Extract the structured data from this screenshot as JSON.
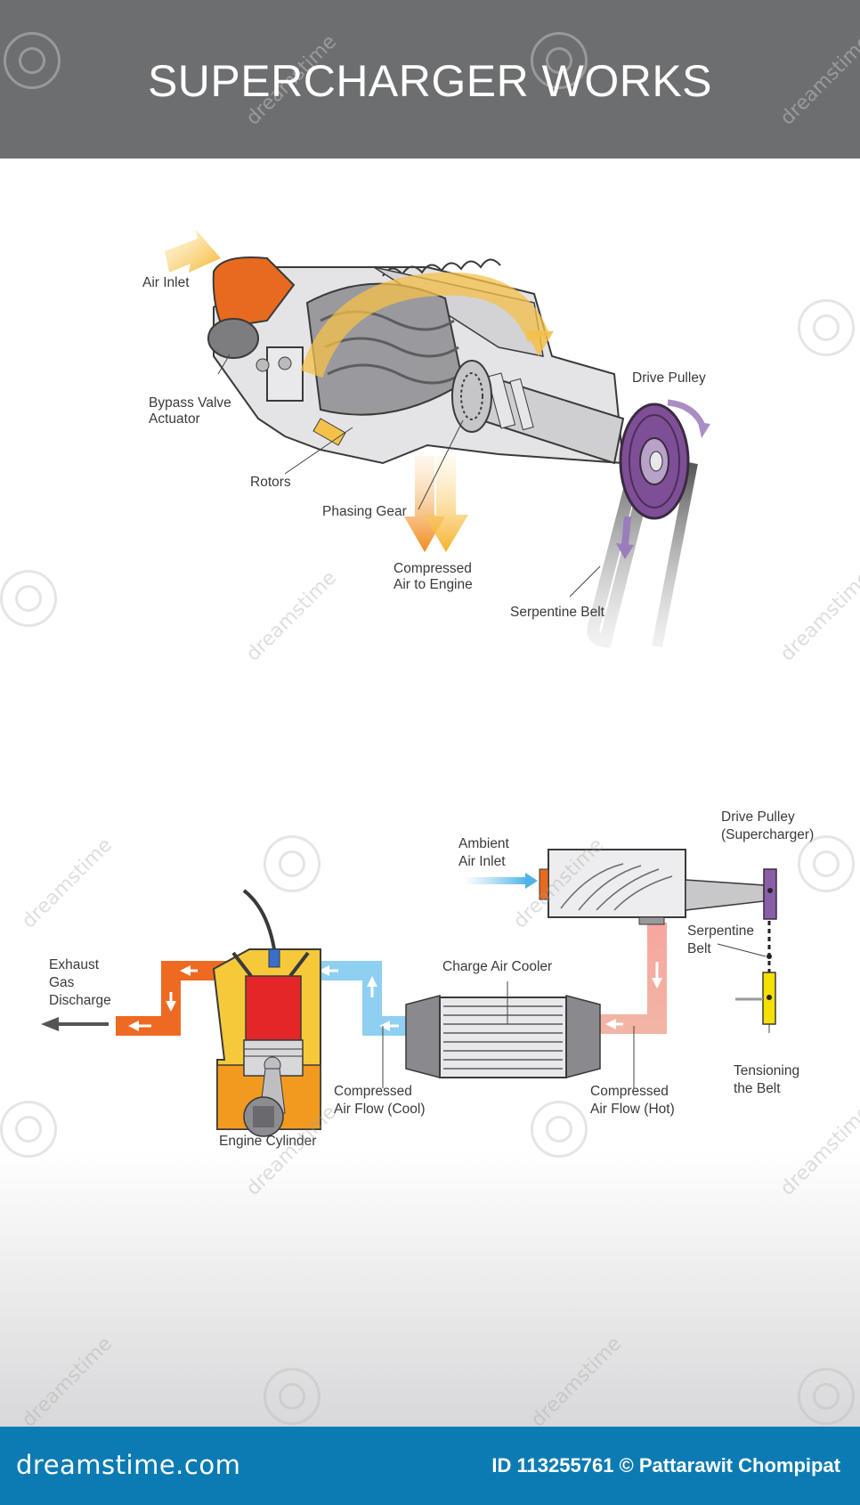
{
  "header": {
    "title": "SUPERCHARGER WORKS"
  },
  "colors": {
    "header_bg": "#6d6e70",
    "footer_bg": "#0c7bb3",
    "intake_orange": "#e86a1e",
    "air_yellow": "#f5c04a",
    "pulley_purple": "#8a5fa8",
    "cool_air_blue": "#7cc6ee",
    "exhaust_orange": "#ee6a22",
    "cylinder_red": "#e52629",
    "tensioner_yellow": "#f5e000"
  },
  "top_diagram": {
    "labels": {
      "air_inlet": "Air Inlet",
      "bypass_valve_1": "Bypass Valve",
      "bypass_valve_2": "Actuator",
      "rotors": "Rotors",
      "phasing_gear": "Phasing Gear",
      "compressed_1": "Compressed",
      "compressed_2": "Air to Engine",
      "drive_pulley": "Drive Pulley",
      "serpentine_belt": "Serpentine Belt"
    }
  },
  "bottom_diagram": {
    "labels": {
      "ambient_1": "Ambient",
      "ambient_2": "Air Inlet",
      "drive_pulley_1": "Drive Pulley",
      "drive_pulley_2": "(Supercharger)",
      "serpentine_1": "Serpentine",
      "serpentine_2": "Belt",
      "exhaust_1": "Exhaust",
      "exhaust_2": "Gas",
      "exhaust_3": "Discharge",
      "charge_air_cooler": "Charge Air Cooler",
      "cool_flow_1": "Compressed",
      "cool_flow_2": "Air Flow (Cool)",
      "hot_flow_1": "Compressed",
      "hot_flow_2": "Air Flow (Hot)",
      "tensioning_1": "Tensioning",
      "tensioning_2": "the Belt",
      "engine_cylinder": "Engine Cylinder"
    }
  },
  "footer": {
    "brand": "dreamstime.com",
    "credit": "ID 113255761 © Pattarawit Chompipat"
  },
  "watermark": {
    "text": "dreamstime"
  }
}
